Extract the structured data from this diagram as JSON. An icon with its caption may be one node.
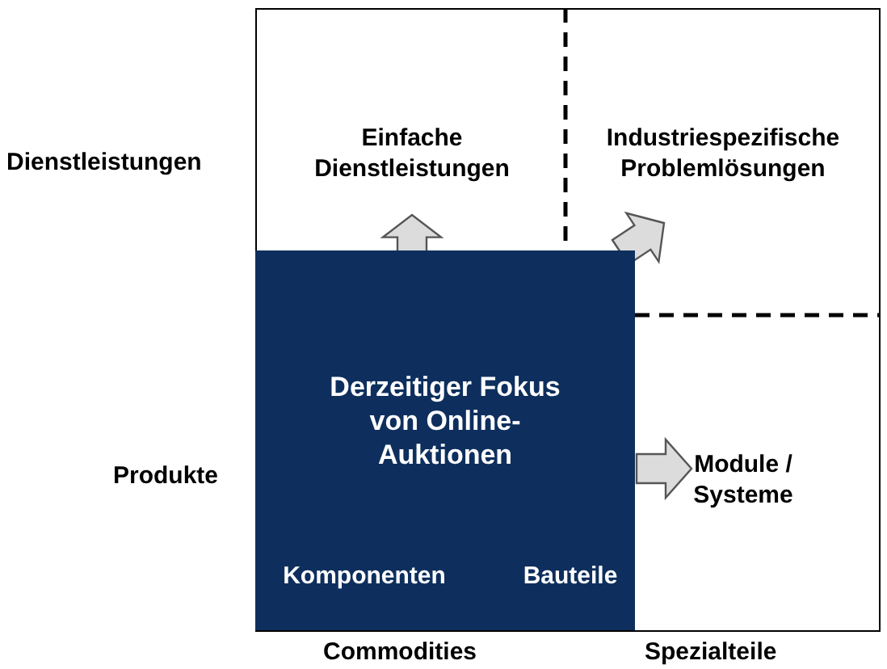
{
  "diagram": {
    "nodes": [
      {
        "text": [
          "Derzeitiger Fokus von Online-Auktionen",
          "Komponenten",
          "Bauteile"
        ]
      },
      {
        "text": [
          "Einfache Dienstleistungen"
        ]
      },
      {
        "text": [
          "Industriespezifische Problemlösungen"
        ]
      },
      {
        "text": [
          "Module / Systeme"
        ]
      }
    ],
    "edges": [
      {
        "from": 0,
        "to": 1,
        "arrow": "to"
      },
      {
        "from": 0,
        "to": 2,
        "arrow": "to"
      },
      {
        "from": 0,
        "to": 3,
        "arrow": "to"
      }
    ],
    "labels": [
      "Dienstleistungen",
      "Produkte",
      "Commodities",
      "Spezialteile"
    ]
  }
}
